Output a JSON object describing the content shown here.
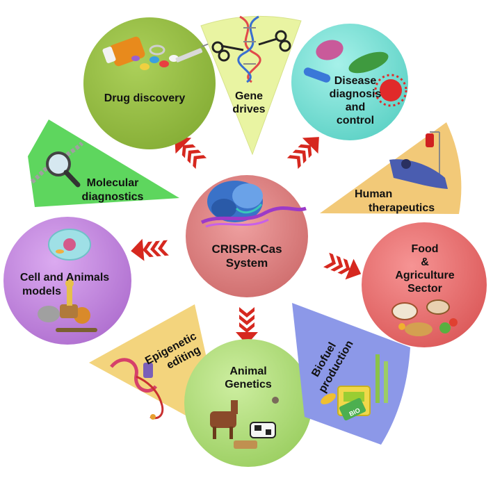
{
  "center": {
    "line1": "CRISPR-Cas",
    "line2": "System"
  },
  "nodes": {
    "drug": {
      "line1": "Drug discovery"
    },
    "gene": {
      "line1": "Gene",
      "line2": "drives"
    },
    "disease": {
      "line1": "Disease",
      "line2": "diagnosis",
      "line3": "and",
      "line4": "control"
    },
    "molecular": {
      "line1": "Molecular",
      "line2": "diagnostics"
    },
    "human": {
      "line1": "Human",
      "line2": "therapeutics"
    },
    "cell": {
      "line1": "Cell and Animals",
      "line2": "models"
    },
    "food": {
      "line1": "Food",
      "line2": "&",
      "line3": "Agriculture",
      "line4": "Sector"
    },
    "epi": {
      "line1": "Epigenetic",
      "line2": "editing"
    },
    "animal": {
      "line1": "Animal",
      "line2": "Genetics"
    },
    "biofuel": {
      "line1": "Biofuel",
      "line2": "production"
    }
  },
  "decorations": {
    "bio_bag_text": "BIO"
  },
  "colors": {
    "center": "#e08080",
    "olive_green": "#98bf45",
    "lime_yellow": "#e9f4a2",
    "aqua": "#7fe6da",
    "bright_green": "#5ed65e",
    "tan": "#f2c978",
    "violet": "#c78be0",
    "coral": "#ee7272",
    "pale_gold": "#f3d47d",
    "soft_green": "#b3e07c",
    "periwinkle": "#8c98e8",
    "arrow_red": "#d6281f"
  },
  "icons": [
    "crispr-protein-dna-icon",
    "pill-bottle-syringe-icon",
    "scissors-dna-icon",
    "pathogen-cells-icon",
    "magnifier-dna-icon",
    "patient-iv-drip-icon",
    "animal-cell-icon",
    "zoo-animals-icon",
    "food-produce-icon",
    "chromatin-dna-icon",
    "farm-animals-icon",
    "biofuel-pump-icon"
  ]
}
